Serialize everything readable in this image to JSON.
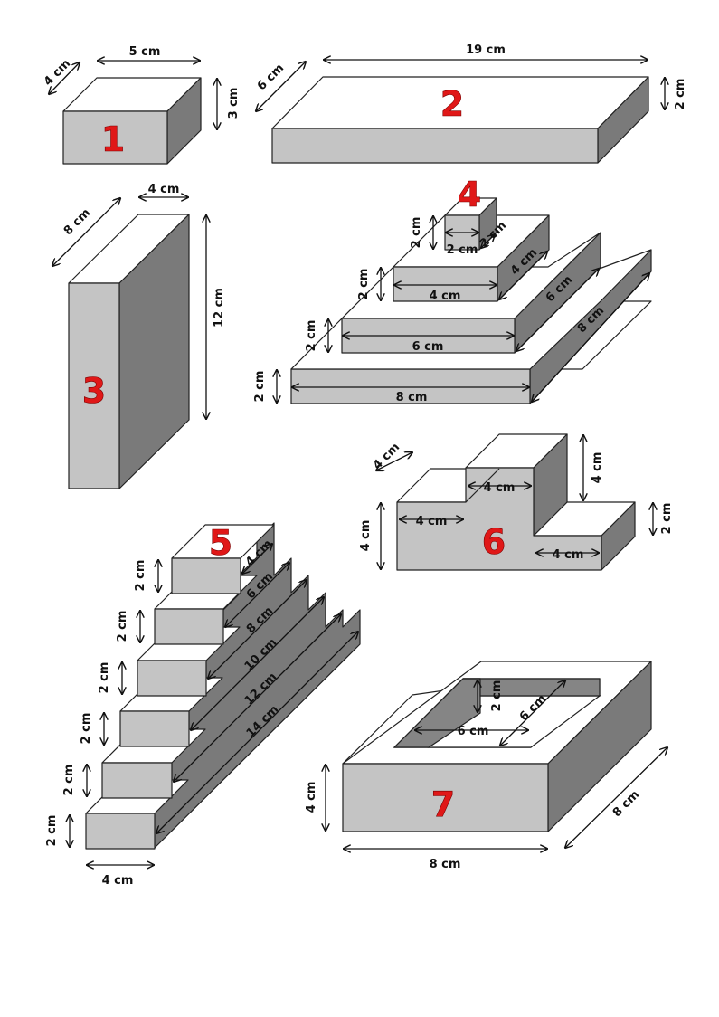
{
  "shapes": {
    "s1": {
      "number": "1",
      "width": "5 cm",
      "depth": "4 cm",
      "height": "3 cm"
    },
    "s2": {
      "number": "2",
      "width": "19 cm",
      "depth": "6 cm",
      "height": "2 cm"
    },
    "s3": {
      "number": "3",
      "width": "4 cm",
      "depth": "8 cm",
      "height": "12 cm"
    },
    "s4": {
      "number": "4",
      "tiers": [
        {
          "width": "2 cm",
          "depth": "2 cm",
          "height": "2 cm"
        },
        {
          "width": "4 cm",
          "depth": "4 cm",
          "height": "2 cm"
        },
        {
          "width": "6 cm",
          "depth": "6 cm",
          "height": "2 cm"
        },
        {
          "width": "8 cm",
          "depth": "8 cm",
          "height": "2 cm"
        }
      ]
    },
    "s5": {
      "number": "5",
      "width": "4 cm",
      "step_heights": [
        "2 cm",
        "2 cm",
        "2 cm",
        "2 cm",
        "2 cm",
        "2 cm"
      ],
      "step_depths": [
        "4 cm",
        "6 cm",
        "8 cm",
        "10 cm",
        "12 cm",
        "14 cm"
      ]
    },
    "s6": {
      "number": "6",
      "depth": "4 cm",
      "left_width": "4 cm",
      "mid_width": "4 cm",
      "right_width": "4 cm",
      "left_height": "4 cm",
      "step_height": "4 cm",
      "right_height": "2 cm"
    },
    "s7": {
      "number": "7",
      "width": "8 cm",
      "depth": "8 cm",
      "height": "4 cm",
      "hole_width": "6 cm",
      "hole_depth": "6 cm",
      "hole_height": "2 cm"
    }
  },
  "colors": {
    "front": "#c4c4c4",
    "top": "#ffffff",
    "side": "#7a7a7a",
    "number": "#e01818"
  }
}
